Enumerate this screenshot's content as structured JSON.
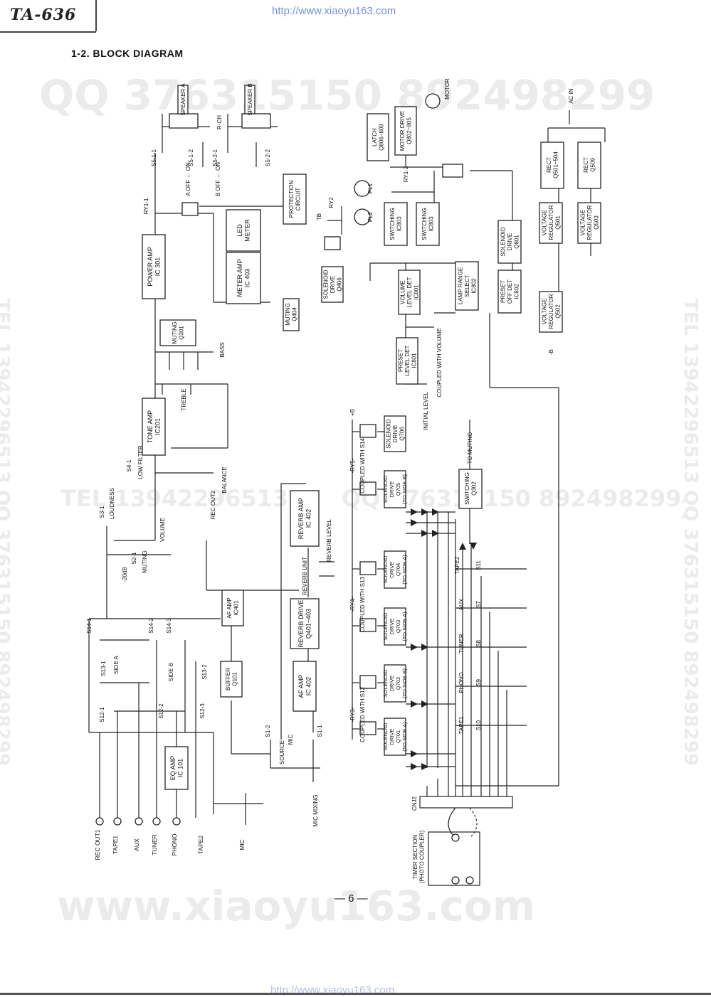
{
  "header": {
    "model": "TA-636",
    "url_top": "http://www.xiaoyu163.com",
    "url_bottom": "http://www.xiaoyu163.com"
  },
  "section_title": "1-2.  BLOCK DIAGRAM",
  "page_number": "— 6 —",
  "watermarks": {
    "qq_big": "QQ 376315150  892498299",
    "tel_mid": "TEL 13942296513",
    "qq_mid": "QQ 376315150  892498299",
    "www": "www.xiaoyu163.com",
    "side_left": "TEL 13942296513  QQ 376315150  892498299",
    "side_right": "TEL 13942296513  QQ 376315150  892498299"
  },
  "blocks": {
    "latch": [
      "LATCH",
      "Q806~809"
    ],
    "motor_drive": [
      "MOTOR DRIVE",
      "Q802~805"
    ],
    "motor": "MOTOR",
    "rect1": [
      "RECT",
      "Q501~504"
    ],
    "rect2": [
      "RECT",
      "Q509"
    ],
    "vreg1": [
      "VOLTAGE",
      "REGULATOR",
      "Q501"
    ],
    "vreg2": [
      "VOLTAGE",
      "REGULATOR",
      "Q503"
    ],
    "vreg3": [
      "VOLTAGE",
      "REGULATOR",
      "Q502"
    ],
    "protection": [
      "PROTECTION",
      "CIRCUIT"
    ],
    "led_meter": [
      "LED",
      "METER"
    ],
    "meter_amp": [
      "METER AMP",
      "IC 403"
    ],
    "power_amp": [
      "POWER AMP",
      "IC 301"
    ],
    "muting_q301": [
      "MUTING",
      "Q301"
    ],
    "muting_q404": [
      "MUTING",
      "Q404"
    ],
    "tone_amp": [
      "TONE AMP",
      "IC201"
    ],
    "switching1": [
      "SWITCHING",
      "IC803"
    ],
    "switching2": [
      "SWITCHING",
      "IC803"
    ],
    "solenoid_q801": [
      "SOLENOID",
      "DRIVE",
      "Q801"
    ],
    "solenoid_q406": [
      "SOLENOID",
      "DRIVE",
      "Q406"
    ],
    "volume_det": [
      "VOLUME",
      "LEVEL DET",
      "IC801"
    ],
    "lamp_range": [
      "LAMP RANGE",
      "SELECT",
      "IC802"
    ],
    "preset_off": [
      "PRESET",
      "OFF DET",
      "IC802"
    ],
    "preset_level": [
      "PRESET",
      "LEVEL DET",
      "IC801"
    ],
    "reverb_amp": [
      "REVERB AMP",
      "IC 402"
    ],
    "reverb_drive": [
      "REVERB DRIVE",
      "Q401~403"
    ],
    "af_amp_401": [
      "AF AMP",
      "IC401"
    ],
    "af_amp_402": [
      "AF AMP",
      "IC 402"
    ],
    "buffer": [
      "BUFFER",
      "Q101"
    ],
    "eq_amp": [
      "EQ AMP",
      "IC 101"
    ],
    "switching_q302": [
      "SWITCHING",
      "Q302"
    ],
    "sol_q706": [
      "SOLENOID",
      "DRIVE",
      "Q706"
    ],
    "sol_q705": [
      "SOLENOID",
      "DRIVE",
      "Q705",
      "(TO SIDE B)"
    ],
    "sol_q704": [
      "SOLENOID",
      "DRIVE",
      "Q704",
      "(TO SIDE A)"
    ],
    "sol_q703": [
      "SOLENOID",
      "DRIVE",
      "Q703",
      "(TO SIDE A)"
    ],
    "sol_q702": [
      "SOLENOID",
      "DRIVE",
      "Q702",
      "(TO SIDE B)"
    ],
    "sol_q701": [
      "SOLENOID",
      "DRIVE",
      "Q701",
      "(TO SIDE A)"
    ]
  },
  "labels": {
    "speaker_a": "SPEAKER A",
    "speaker_b": "SPEAKER B",
    "rch": "R-CH",
    "s5_1_1": "S5-1-1",
    "s5_1_2": "S5-1-2",
    "s5_2_1": "S5-2-1",
    "s5_2_2": "S5-2-2",
    "off": "OFF",
    "on": "ON",
    "a_off_on": "A OFF ← ON",
    "b_off_on": "B OFF ← ON",
    "ry1_1": "RY1-1",
    "ry1_2": "RY1-2",
    "ry2": "RY2",
    "tb": "TB",
    "pl1": "PL1",
    "pl2": "PL2",
    "bass": "BASS",
    "treble": "TREBLE",
    "low_filter": "LOW FILTER",
    "s4_1": "S4-1",
    "balance": "BALANCE",
    "loudness": "LOUDNESS",
    "s3_1": "S3-1",
    "s2_1": "S2-1",
    "muting": "MUTING",
    "volume": "VOLUME",
    "minus20db": "-20dB",
    "rec_out2": "REC OUT2",
    "reverb_level": "REVERB LEVEL",
    "reverb_unit": "REVERB UNIT",
    "coupled_with_volume": "COUPLED WITH VOLUME",
    "initial_level": "INITIAL LEVEL",
    "to_muting": "TO MUTING",
    "plus_b": "+B",
    "minus_b": "-B",
    "ac_in": "AC IN",
    "ry5": "-RY5-",
    "ry4": "-RY4-",
    "ry3": "-RY3-",
    "coupled_s14": "COUPLED WITH S14",
    "coupled_s13": "COUPLED WITH S13",
    "coupled_s12": "COUPLED WITH S12",
    "s14_1": "S14-1",
    "s14_2": "S14-2",
    "s14_3": "S14-3",
    "s13_1": "S13-1",
    "s13_2": "S13-2",
    "s12_1": "S12-1",
    "s12_2": "S12-2",
    "s12_3": "S12-3",
    "side_a": "SIDE A",
    "side_b": "SIDE B",
    "s1_1": "S1-1",
    "s1_2": "S1-2",
    "source": "SOURCE",
    "mic": "MIC",
    "mic_mixing": "MIC MIXING",
    "tape2": "TAPE2",
    "aux": "AUX",
    "tuner": "TUNER",
    "phono": "PHONO",
    "tape1": "TAPE1",
    "s11": "S11",
    "s7": "S7",
    "s8": "S8",
    "s9": "S9",
    "s10": "S10",
    "cnj2": "CNJ2",
    "timer": [
      "TIMER SECTION",
      "(PHOTO COUPLER)"
    ],
    "inputs": [
      "REC OUT1",
      "TAPE1",
      "AUX",
      "TUNER",
      "PHONO",
      "TAPE2",
      "MIC"
    ]
  }
}
